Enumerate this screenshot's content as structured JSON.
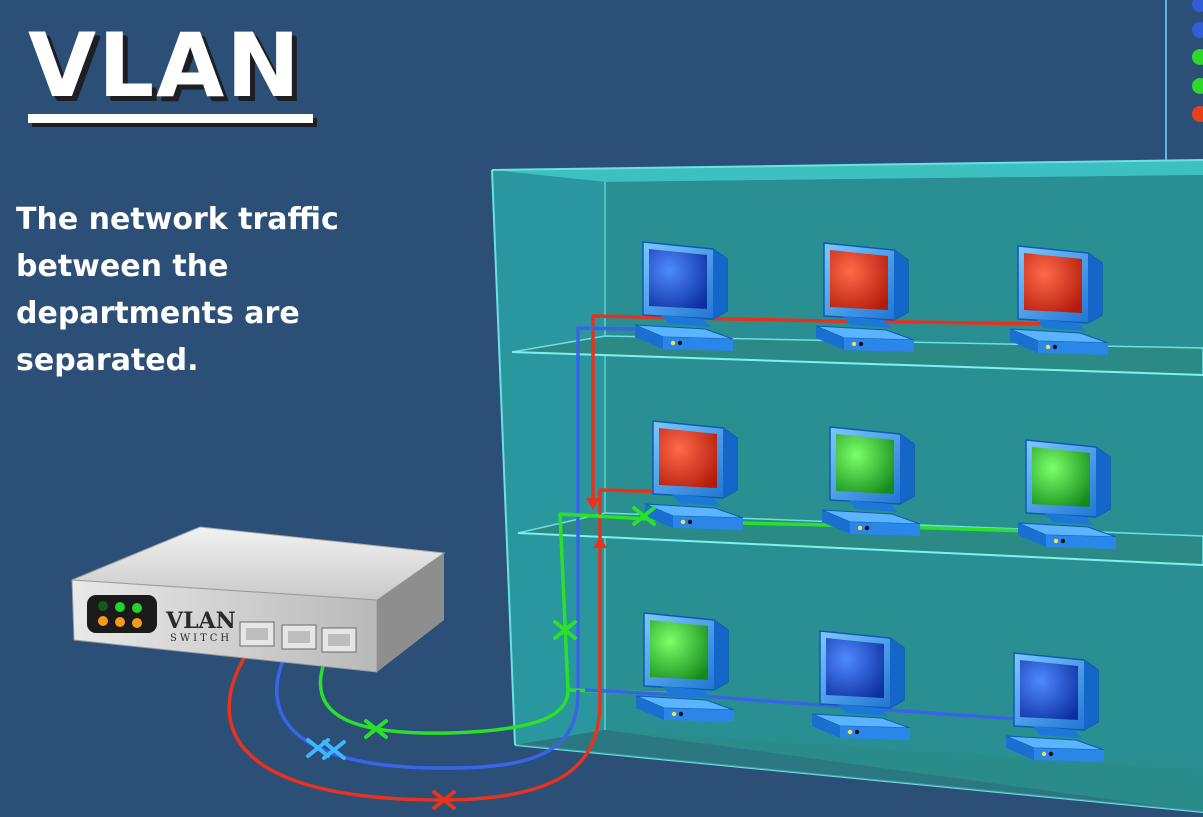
{
  "title": "VLAN",
  "description": "The network traffic between the departments are separated.",
  "switch": {
    "brand": "VLAN",
    "model": "SWITCH"
  },
  "colors": {
    "background": "#2c4f78",
    "building": "#2a9a9a",
    "red_vlan": "#e8331c",
    "blue_vlan": "#3a63e8",
    "green_vlan": "#2be02b",
    "blocked_blue_marker": "#3cb8ff"
  },
  "floors": [
    {
      "name": "top",
      "computers": [
        "blue",
        "red",
        "red"
      ]
    },
    {
      "name": "middle",
      "computers": [
        "red",
        "green",
        "green"
      ]
    },
    {
      "name": "bottom",
      "computers": [
        "green",
        "blue",
        "blue"
      ]
    }
  ],
  "legend_dots": [
    "blue",
    "blue",
    "green",
    "green",
    "red"
  ]
}
